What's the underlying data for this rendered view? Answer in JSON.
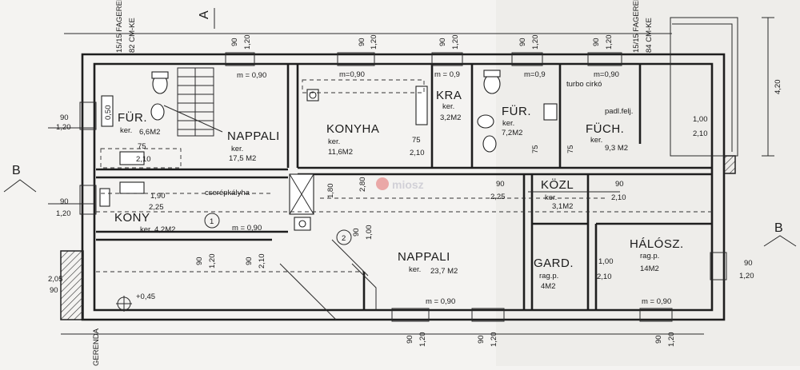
{
  "rooms": {
    "nappali1": {
      "name": "NAPPALI",
      "area": "17,5 M2",
      "prefix": "ker."
    },
    "furdo1": {
      "name": "FÜR.",
      "area": "6,6M2",
      "prefix": "ker."
    },
    "konyha": {
      "name": "KONYHA",
      "area": "11,6M2",
      "prefix": "ker."
    },
    "kamra": {
      "name": "KRA",
      "area": "3,2M2",
      "prefix": "ker."
    },
    "furdo2": {
      "name": "FÜR.",
      "area": "7,2M2",
      "prefix": "ker."
    },
    "futo": {
      "name": "FÜCH.",
      "area": "9,3 M2",
      "prefix": "ker."
    },
    "konyha2": {
      "name": "KONY",
      "area": "4,2M2",
      "prefix": "ker."
    },
    "kozl": {
      "name": "KÖZL",
      "area": "3,1M2",
      "prefix": "ker."
    },
    "nappali2": {
      "name": "NAPPALI",
      "area": "23,7 M2",
      "prefix": "ker."
    },
    "gard": {
      "name": "GARD.",
      "area": "4M2",
      "prefix": "rag.p."
    },
    "halo": {
      "name": "HÁLÓSZ.",
      "area": "14M2",
      "prefix": "rag.p."
    }
  },
  "notes": {
    "m090": "m = 0,90",
    "m090b": "m=0,90",
    "m090c": "m = 0,90",
    "m090d": "m=0,90",
    "m090e": "m = 0,90",
    "m090f": "m = 0,90",
    "m090g": "m = 0,9",
    "turbo": "turbo cirkó",
    "cserep": "cserépkályha",
    "fagerenda1": "15/15 FAGERENDA",
    "fagerenda2": "15/15 FAGERENDA",
    "cmke1": "82 CM-KE",
    "cmke2": "84 CM-KE",
    "floor": "+0,45",
    "gerenda": "GERENDA",
    "pad": "padl.felj.",
    "m109": "m=0,9",
    "marker1": "1",
    "marker2": "2"
  },
  "sections": {
    "left": "B",
    "right": "B",
    "top": "A"
  },
  "dims": {
    "d420": "4,20",
    "d90": "90",
    "d120": "1,20",
    "d75": "75",
    "d210": "2,10",
    "d190": "1,90",
    "d225": "2,25",
    "d180": "1,80",
    "d280": "2,80",
    "d205": "2,05",
    "d100": "1,00",
    "d050": "0,50"
  },
  "watermark": "miosz"
}
